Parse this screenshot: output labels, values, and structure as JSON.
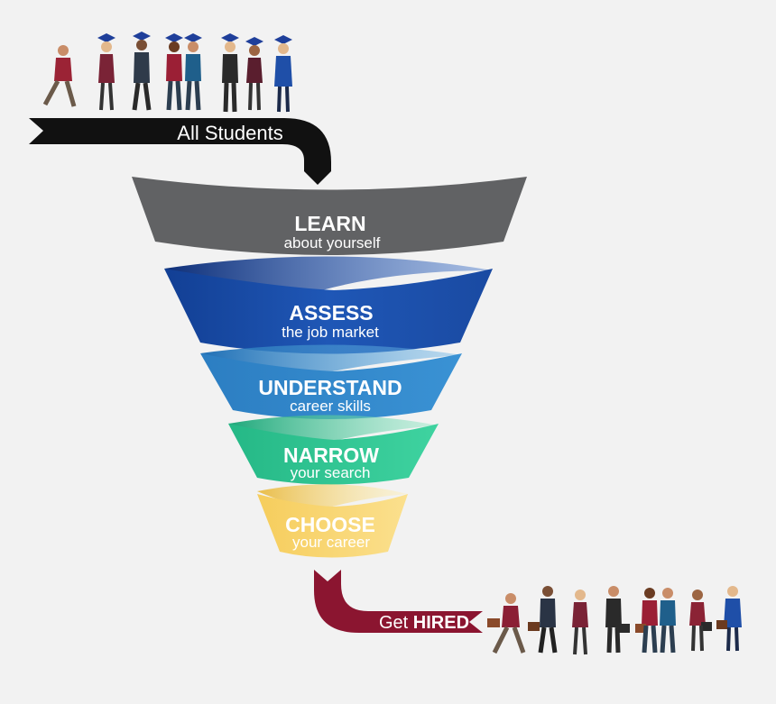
{
  "top_banner": {
    "label": "All Students"
  },
  "bottom_banner": {
    "prefix": "Get ",
    "emphasis": "HIRED"
  },
  "stages": [
    {
      "title": "LEARN",
      "subtitle": "about yourself",
      "color": "#616264"
    },
    {
      "title": "ASSESS",
      "subtitle": "the job market",
      "color": "#1f4fa8"
    },
    {
      "title": "UNDERSTAND",
      "subtitle": "career skills",
      "color": "#2f86c8"
    },
    {
      "title": "NARROW",
      "subtitle": "your search",
      "color": "#2ec793"
    },
    {
      "title": "CHOOSE",
      "subtitle": "your career",
      "color": "#f7d36f"
    }
  ],
  "colors": {
    "background": "#f2f2f2",
    "banner_top": "#111111",
    "banner_bottom": "#8b1530"
  }
}
